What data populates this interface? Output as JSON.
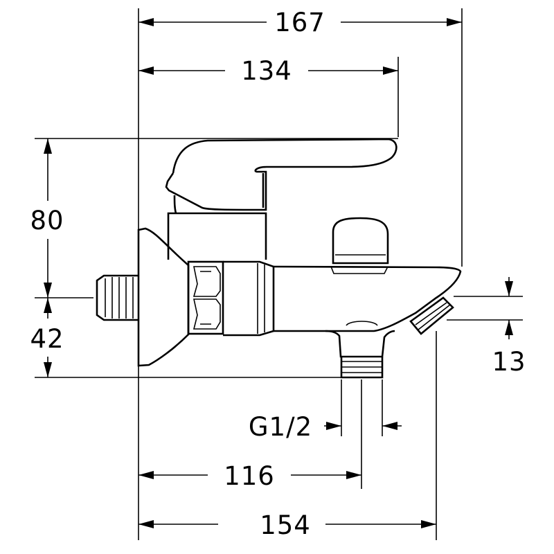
{
  "dimensions": {
    "overall_length_top": "167",
    "lever_reach": "134",
    "height_above_axis": "80",
    "height_below_axis": "42",
    "outlet_offset": "13",
    "outlet_thread": "G1/2",
    "outlet_distance": "116",
    "spout_distance": "154"
  },
  "colors": {
    "line": "#000000",
    "background": "#ffffff"
  }
}
